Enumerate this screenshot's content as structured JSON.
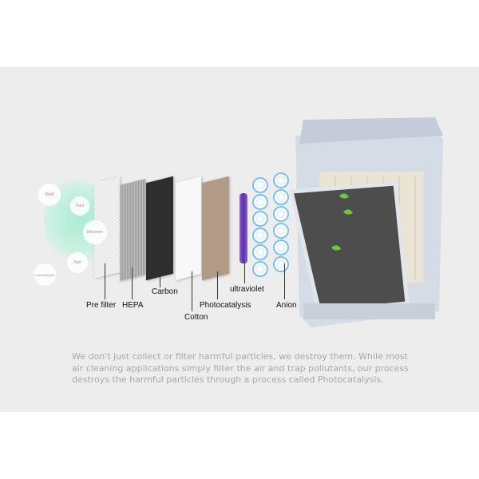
{
  "pollutants": [
    "Mold",
    "Dust",
    "Benzene",
    "Hair",
    "Formaldehyde"
  ],
  "filter_labels": {
    "pre_filter": "Pre filter",
    "hepa": "HEPA",
    "carbon": "Carbon",
    "cotton": "Cotton",
    "photocatalysis": "Photocatalysis",
    "ultraviolet": "ultraviolet",
    "anion": "Anion"
  },
  "description": "We don't just collect or filter harmful particles, we destroy them. While most air cleaning applications simply filter the air and trap pollutants, our process destroys the harmful particles through a process called Photocatalysis.",
  "colors": {
    "background_band": "#ededed",
    "carbon": "#2e2e2e",
    "photocatalysis": "#b19a86",
    "ultraviolet": "#6a3fb3",
    "anion": "#7cc0ee",
    "pollution_cloud": "#a8ecd0"
  }
}
